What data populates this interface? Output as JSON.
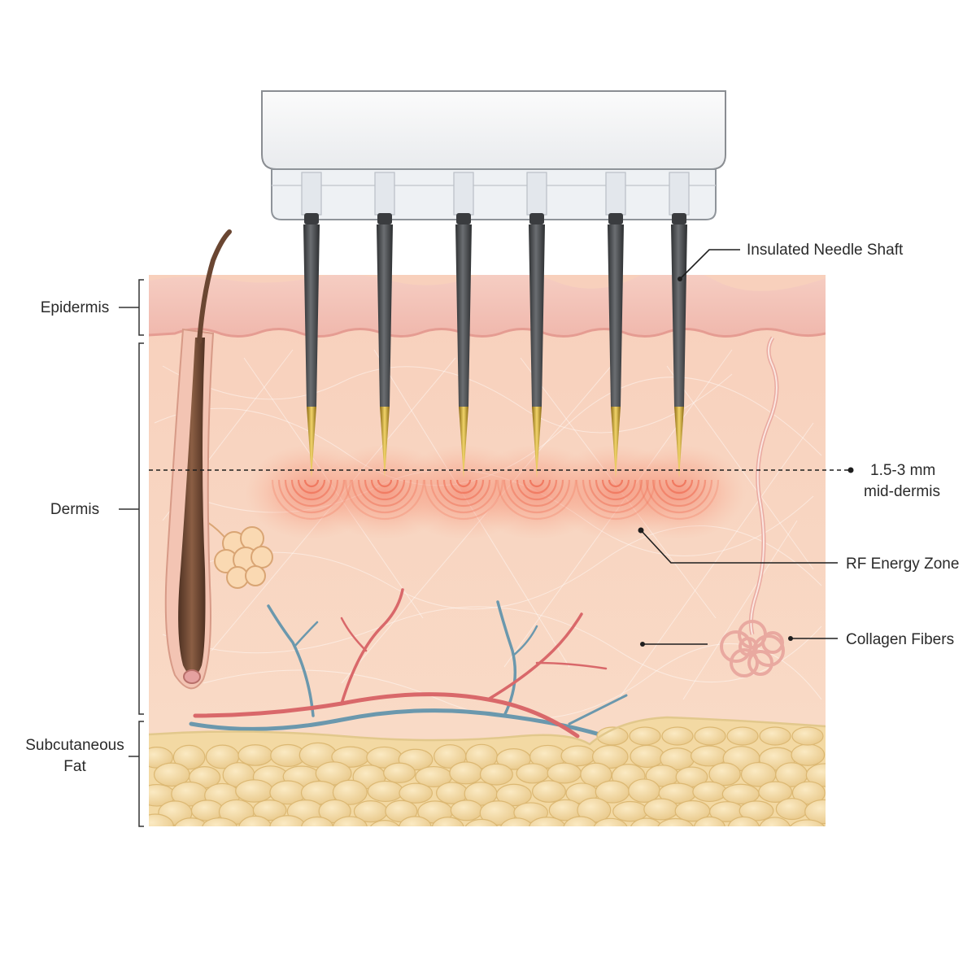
{
  "layers": {
    "epidermis": "Epidermis",
    "dermis": "Dermis",
    "subcutaneous_line1": "Subcutaneous",
    "subcutaneous_line2": "Fat"
  },
  "callouts": {
    "needle_shaft": "Insulated Needle Shaft",
    "depth_line1": "1.5-3 mm",
    "depth_line2": "mid-dermis",
    "rf_zone": "RF Energy Zone",
    "collagen": "Collagen Fibers"
  },
  "colors": {
    "epidermis": "#f4c6bb",
    "dermis": "#f8d2bd",
    "fat": "#f3d9a3",
    "needle_shaft": "#4d4f52",
    "needle_tip": "#c9a227",
    "rf_energy": "#f07a5e",
    "artery": "#d9686a",
    "vein": "#6b98ad",
    "hair": "#6a4632"
  }
}
